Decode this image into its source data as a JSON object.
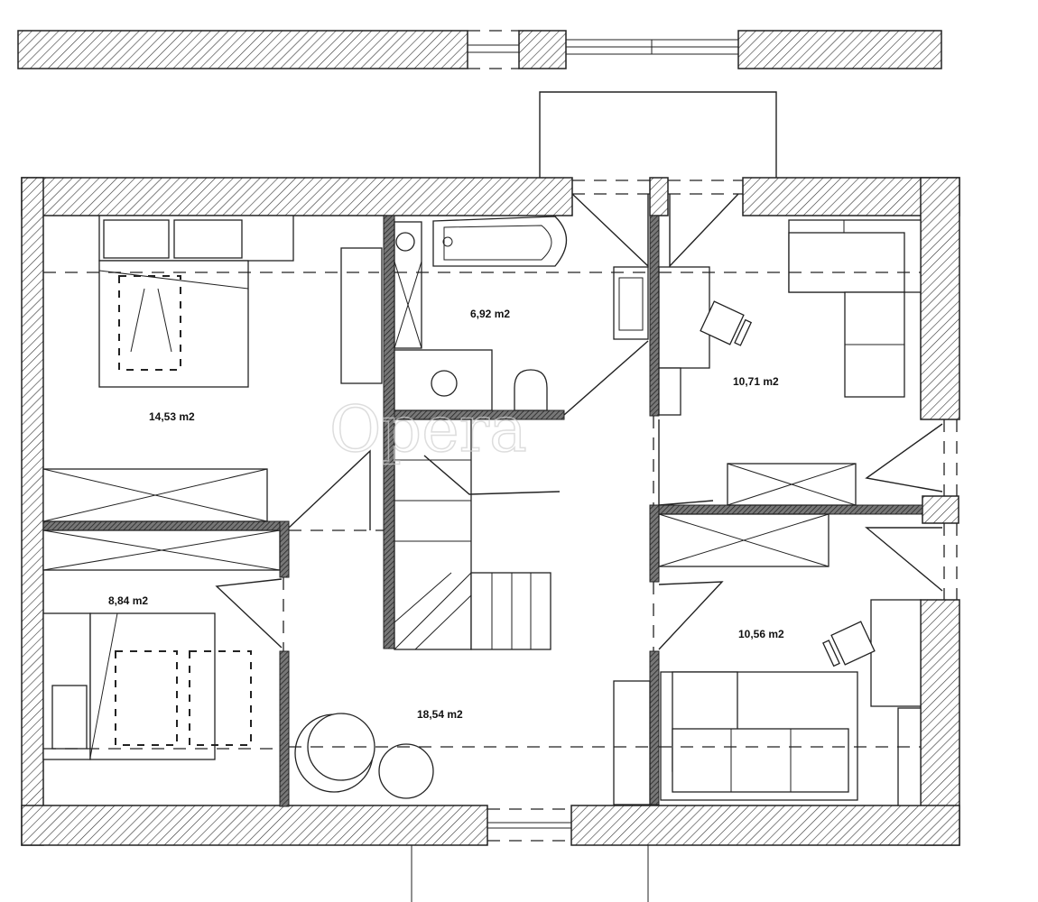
{
  "rooms": [
    {
      "id": "bedroom-large",
      "area": "14,53 m2"
    },
    {
      "id": "bathroom",
      "area": "6,92 m2"
    },
    {
      "id": "office-top-right",
      "area": "10,71 m2"
    },
    {
      "id": "bedroom-small",
      "area": "8,84 m2"
    },
    {
      "id": "office-bottom-right",
      "area": "10,56 m2"
    },
    {
      "id": "hall",
      "area": "18,54 m2"
    }
  ],
  "watermark": "Opera"
}
